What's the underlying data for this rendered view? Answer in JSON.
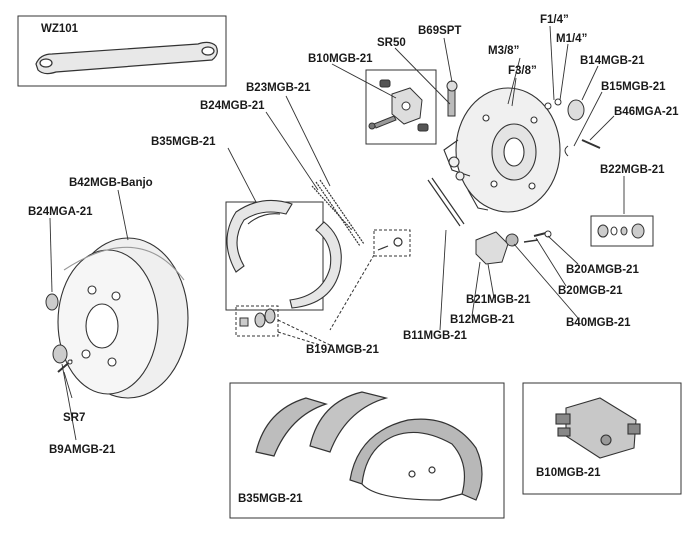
{
  "labels": {
    "wz101": "WZ101",
    "b69spt": "B69SPT",
    "sr50": "SR50",
    "f1_4": "F1/4”",
    "m1_4": "M1/4”",
    "m3_8": "M3/8”",
    "b10mgb21_top": "B10MGB-21",
    "f3_8": "F3/8”",
    "b14mgb21": "B14MGB-21",
    "b23mgb21": "B23MGB-21",
    "b15mgb21": "B15MGB-21",
    "b24mgb21": "B24MGB-21",
    "b46mga21": "B46MGA-21",
    "b35mgb21_top": "B35MGB-21",
    "b22mgb21": "B22MGB-21",
    "b42mgb_banjo": "B42MGB-Banjo",
    "b24mga21": "B24MGA-21",
    "b20amgb21": "B20AMGB-21",
    "b20mgb21": "B20MGB-21",
    "b21mgb21": "B21MGB-21",
    "b12mgb21": "B12MGB-21",
    "b40mgb21": "B40MGB-21",
    "b11mgb21": "B11MGB-21",
    "b19amgb21": "B19AMGB-21",
    "sr7": "SR7",
    "b9amgb21": "B9AMGB-21",
    "b35mgb21_bottom": "B35MGB-21",
    "b10mgb21_bottom": "B10MGB-21"
  }
}
